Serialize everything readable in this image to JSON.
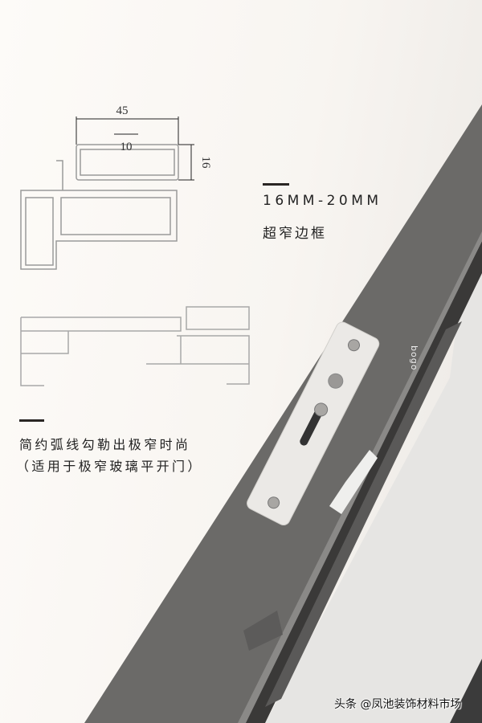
{
  "diagram": {
    "top_profile": {
      "dimension_width": "45",
      "dimension_slot": "10",
      "dimension_height": "16"
    }
  },
  "spec": {
    "title": "16MM-20MM",
    "subtitle": "超窄边框"
  },
  "description": {
    "line1": "简约弧线勾勒出极窄时尚",
    "line2": "（适用于极窄玻璃平开门）"
  },
  "product": {
    "brand_mark": "bogo",
    "frame_color": "#6b6a68",
    "plate_color": "#e9e7e4"
  },
  "watermark": {
    "text": "头条 @凤池装饰材料市场"
  }
}
